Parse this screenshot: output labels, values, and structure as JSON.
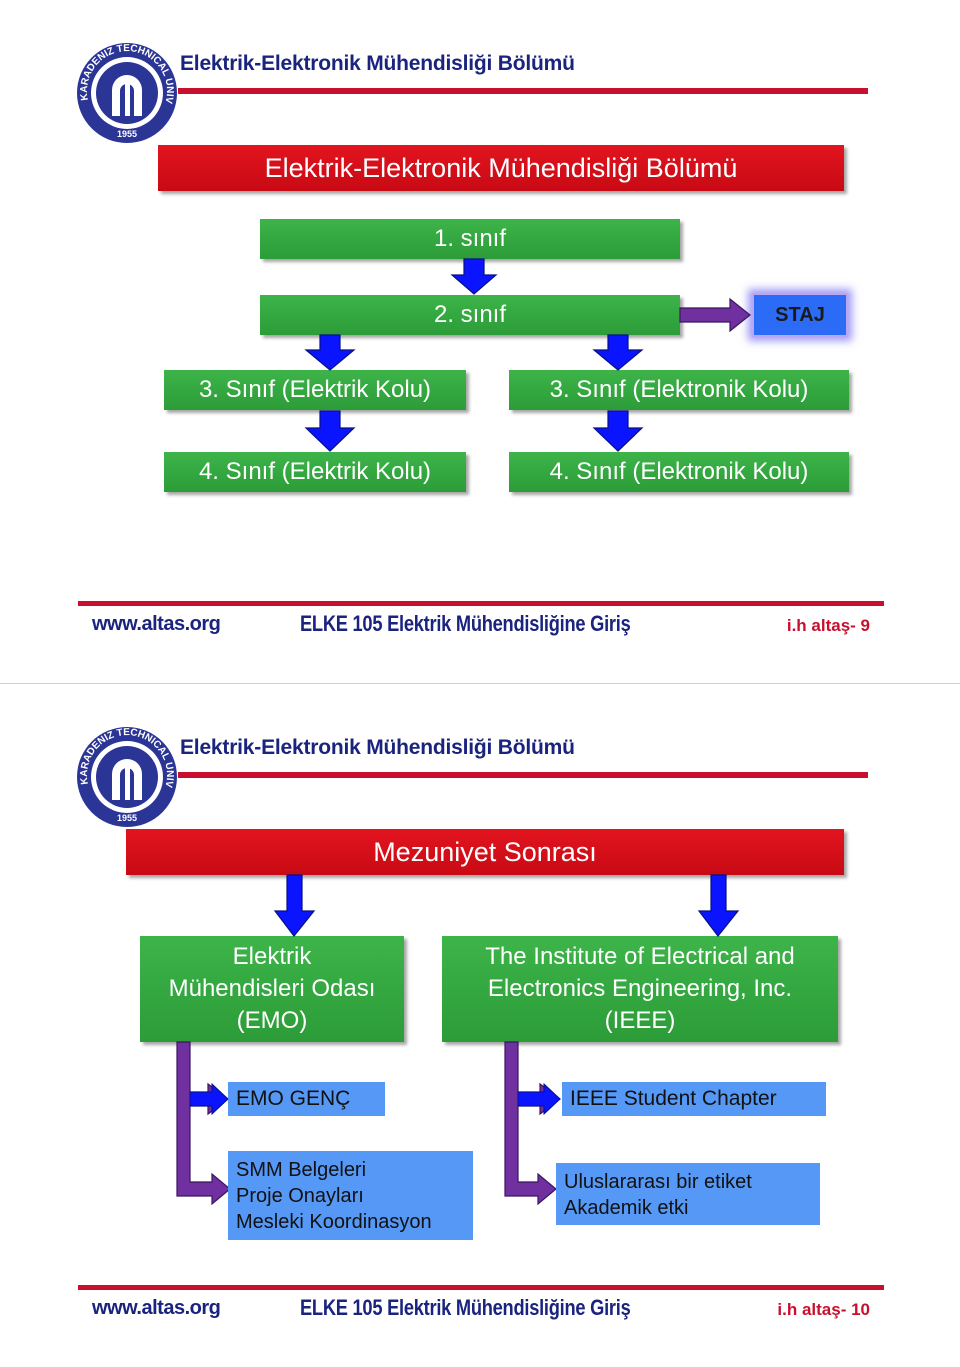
{
  "slide1": {
    "header": "Elektrik-Elektronik Mühendisliği Bölümü",
    "logo": {
      "text": "KARADENIZ TECHNICAL UNIVERSITY",
      "year": "1955"
    },
    "title": "Elektrik-Elektronik Mühendisliği Bölümü",
    "year1": "1. sınıf",
    "year2": "2. sınıf",
    "staj": "STAJ",
    "elektrik3": "3. Sınıf  (Elektrik Kolu)",
    "elektronik3": "3. Sınıf  (Elektronik Kolu)",
    "elektrik4": "4. Sınıf  (Elektrik Kolu)",
    "elektronik4": "4. Sınıf  (Elektronik Kolu)",
    "footer": {
      "url": "www.altas.org",
      "course": "ELKE 105 Elektrik Mühendisliğine Giriş",
      "page": "i.h altaş- 9"
    }
  },
  "slide2": {
    "header": "Elektrik-Elektronik Mühendisliği Bölümü",
    "logo": {
      "text": "KARADENIZ TECHNICAL UNIVERSITY",
      "year": "1955"
    },
    "title": "Mezuniyet Sonrası",
    "emo": [
      "Elektrik",
      "Mühendisleri Odası",
      "(EMO)"
    ],
    "ieee": [
      "The Institute of Electrical and",
      "Electronics Engineering, Inc.",
      "(IEEE)"
    ],
    "emo_genc": "EMO GENÇ",
    "ieee_student": "IEEE Student Chapter",
    "smm": [
      "SMM Belgeleri",
      "Proje Onayları",
      "Mesleki Koordinasyon"
    ],
    "uluslararasi": [
      "Uluslararası bir etiket",
      "Akademik etki"
    ],
    "footer": {
      "url": "www.altas.org",
      "course": "ELKE 105 Elektrik Mühendisliğine Giriş",
      "page": "i.h altaş- 10"
    }
  },
  "colors": {
    "red": "#c8102e",
    "green": "#2c9c38",
    "blue": "#0a14ff",
    "purple": "#7030a0",
    "light_blue": "#5598f5"
  }
}
